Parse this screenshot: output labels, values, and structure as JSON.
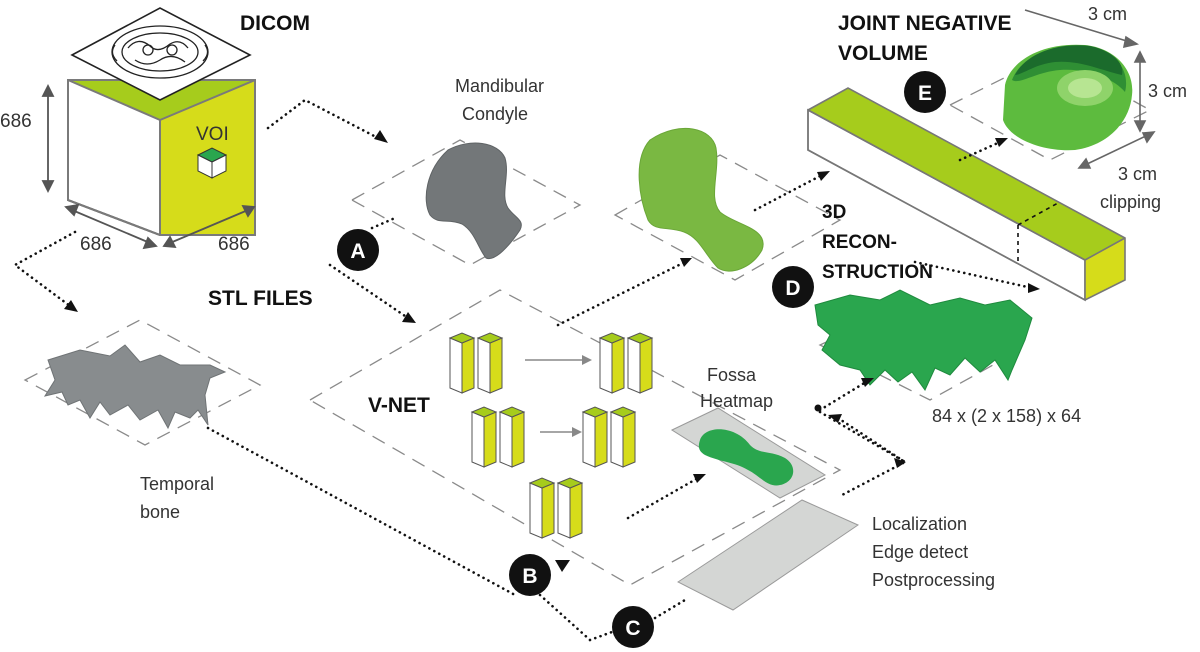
{
  "labels": {
    "dicom": "DICOM",
    "voi": "VOI",
    "dim_left": "686",
    "dim_bottom_left": "686",
    "dim_bottom_right": "686",
    "stl_files": "STL FILES",
    "mandibular_1": "Mandibular",
    "mandibular_2": "Condyle",
    "temporal_1": "Temporal",
    "temporal_2": "bone",
    "vnet": "V-NET",
    "fossa_1": "Fossa",
    "fossa_2": "Heatmap",
    "post_1": "Localization",
    "post_2": "Edge detect",
    "post_3": "Postprocessing",
    "recon_1": "3D",
    "recon_2": "RECON-",
    "recon_3": "STRUCTION",
    "dims": "84 x (2 x 158) x 64",
    "jnv_1": "JOINT NEGATIVE",
    "jnv_2": "VOLUME",
    "cm_top": "3 cm",
    "cm_right": "3 cm",
    "cm_bottom": "3 cm",
    "clipping": "clipping"
  },
  "badges": {
    "a": "A",
    "b": "B",
    "c": "C",
    "d": "D",
    "e": "E"
  },
  "colors": {
    "lime": "#a6cc1c",
    "yellow": "#d6dc1a",
    "green": "#2aa64e",
    "dark_green": "#1b6b2c",
    "gray": "#7a7e80",
    "black": "#111111"
  }
}
